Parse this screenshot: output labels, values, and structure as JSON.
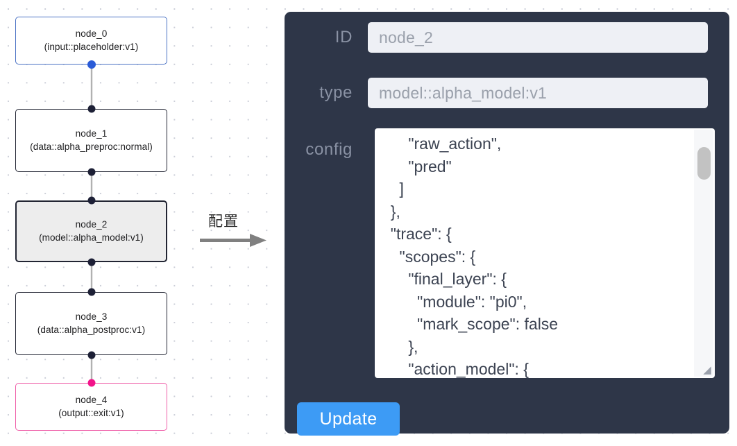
{
  "graph": {
    "flow_label": "配置",
    "nodes": [
      {
        "id": "node_0",
        "title": "node_0",
        "type_text": "(input::placeholder:v1)",
        "role": "input",
        "selected": false,
        "accent": "#4a72c4"
      },
      {
        "id": "node_1",
        "title": "node_1",
        "type_text": "(data::alpha_preproc:normal)",
        "role": "data",
        "selected": false,
        "accent": "#222533"
      },
      {
        "id": "node_2",
        "title": "node_2",
        "type_text": "(model::alpha_model:v1)",
        "role": "model",
        "selected": true,
        "accent": "#222533"
      },
      {
        "id": "node_3",
        "title": "node_3",
        "type_text": "(data::alpha_postproc:v1)",
        "role": "data",
        "selected": false,
        "accent": "#222533"
      },
      {
        "id": "node_4",
        "title": "node_4",
        "type_text": "(output::exit:v1)",
        "role": "output",
        "selected": false,
        "accent": "#ef5da8"
      }
    ],
    "edges": [
      {
        "from": "node_0",
        "to": "node_1"
      },
      {
        "from": "node_1",
        "to": "node_2"
      },
      {
        "from": "node_2",
        "to": "node_3"
      },
      {
        "from": "node_3",
        "to": "node_4"
      }
    ],
    "port_colors": {
      "input_port": "#2a5bd7",
      "default_port": "#1d2036",
      "output_port": "#f2138a"
    }
  },
  "panel": {
    "background": "#2e3648",
    "fields": {
      "id": {
        "label": "ID",
        "value": "node_2",
        "placeholder": "node_2"
      },
      "type": {
        "label": "type",
        "value": "model::alpha_model:v1",
        "placeholder": "model::alpha_model:v1"
      },
      "config": {
        "label": "config",
        "value": "      \"raw_action\",\n      \"pred\"\n    ]\n  },\n  \"trace\": {\n    \"scopes\": {\n      \"final_layer\": {\n        \"module\": \"pi0\",\n        \"mark_scope\": false\n      },\n      \"action_model\": {"
      }
    },
    "update_button": {
      "label": "Update",
      "color": "#3d9bf5"
    }
  }
}
